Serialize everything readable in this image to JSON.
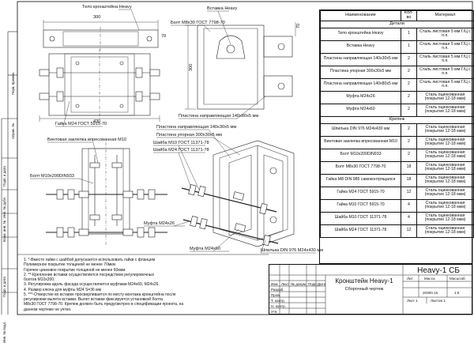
{
  "drawing": {
    "designation": "Heavy-1 СБ",
    "title": "Кронштейн Heavy-1",
    "subtitle": "Сборочный чертеж",
    "lit_label": "Лит",
    "mass_label": "Масса",
    "scale_label": "Масштаб",
    "mass_value": "20300.15",
    "scale_value": "1:5",
    "sheet_label": "Лист 1",
    "sheets_label": "Листов 1",
    "stamp_cols": [
      "Изм",
      "Лист",
      "№ докум.",
      "Подп.",
      "Дата"
    ],
    "stamp_rows": [
      "Разраб.",
      "Пров.",
      "Т. контр.",
      "Н. контр.",
      "Утв."
    ]
  },
  "views": {
    "top_width": "300",
    "top_height": "70",
    "front_width": "430",
    "front_height": "300",
    "callout_body": "Тело кронштейна Heavy",
    "callout_insert": "Вставка Heavy",
    "callout_bolt_top": "Болт М8х30 ГОСТ 7798-70",
    "callout_nut_top": "Гайка М24 ГОСТ 5915-70",
    "callout_plate_side": "Пластина направляющая 140х80х5 мм",
    "callout_plate_iso1": "Пластина направляющая 140х30х5 мм",
    "callout_plate_iso2": "Пластина упорная 300х30х5 мм",
    "callout_washer_m10": "Шайба М10 ГОСТ 11371-78",
    "callout_washer_m24": "Шайба М24 ГОСТ 11371-78",
    "callout_screw_cap": "Винтовая заклепка впресованная М10",
    "callout_bolt_din": "Болт М10х200DIN933",
    "callout_coupling_26": "Муфта М24х26",
    "callout_coupling_60": "Муфта М24х60",
    "callout_stud": "Шпилька DIN 976 М24х430 мм"
  },
  "spec": {
    "col_name": "Наименование",
    "col_qty": "Кол-во",
    "col_mat": "Материал",
    "section_parts": "Детали",
    "section_fasteners": "Крепеж",
    "parts": [
      {
        "name": "Тело кронштейна Heavy",
        "qty": "1",
        "mat": "Сталь листовая 5 мм Г/Ц с п.п."
      },
      {
        "name": "Вставка Heavy",
        "qty": "1",
        "mat": "Сталь листовая 5 мм Г/Ц с п.п."
      },
      {
        "name": "Пластина направляющая 140х30х5 мм",
        "qty": "2",
        "mat": "Сталь листовая 5 мм Г/Ц с п.п."
      },
      {
        "name": "Пластина упорная 300х30х5 мм",
        "qty": "2",
        "mat": "Сталь листовая 5 мм Г/Ц с п.п."
      },
      {
        "name": "Пластина направляющая 140х80х5 мм",
        "qty": "2",
        "mat": "Сталь листовая 5 мм Г/Ц с п.п."
      },
      {
        "name": "Муфта М24х26",
        "qty": "2",
        "mat": "Сталь оцинкованная (покрытие 12-18 мкм)"
      },
      {
        "name": "Муфта М24х60",
        "qty": "2",
        "mat": "Сталь оцинкованная (покрытие 12-18 мкм)"
      }
    ],
    "fasteners": [
      {
        "name": "Шпилька DIN 976 М24х430 мм",
        "qty": "2",
        "mat": "Сталь оцинкованная (покрытие 12-18 мкм)"
      },
      {
        "name": "Винтовая заклепка впресованная М10",
        "qty": "2",
        "mat": "Сталь оцинкованная (покрытие 12-18 мкм)"
      },
      {
        "name": "Болт М10х200DIN933",
        "qty": "2",
        "mat": "Сталь оцинкованная (покрытие 12-18 мкм)"
      },
      {
        "name": "Болт М8х30 ГОСТ 7798-70",
        "qty": "18",
        "mat": "Сталь оцинкованная (покрытие 12-18 мкм)"
      },
      {
        "name": "Гайка М8 DIN 985 самоконтрящаяся",
        "qty": "18",
        "mat": "Сталь оцинкованная (покрытие 12-18 мкм)"
      },
      {
        "name": "Гайка М24 ГОСТ 5915-70",
        "qty": "12",
        "mat": "Сталь оцинкованная (покрытие 12-18 мкм)"
      },
      {
        "name": "Гайка М10 ГОСТ 5915-70",
        "qty": "4",
        "mat": "Сталь оцинкованная (покрытие 12-18 мкм)"
      },
      {
        "name": "Шайба М10 ГОСТ 11371-78",
        "qty": "4",
        "mat": "Сталь оцинкованная (покрытие 12-18 мкм)"
      },
      {
        "name": "Шайба М24 ГОСТ 11371-78",
        "qty": "12",
        "mat": "Сталь оцинкованная (покрытие 12-18 мкм)"
      }
    ]
  },
  "notes": [
    "1. *-Вместо гайки с шайбой допускается использовать гайки с фланцем",
    "Полимерное покрытие толщиной не менее 70мкм",
    "Горячее цинковое покрытие толщиной не менее 60мкм",
    "2. **-Крепление вставки осуществляется посредством регулировочных",
    "болтов М10х200.",
    "3. Регулировка вдоль фасада осуществляется муфтами М24х60, М24х26.",
    "4. Размер ключа для муфты М24 S=36 мм",
    "5. ***-Отверстие во вставке просверливается по месту монтажа кронштейна после",
    "регулировки вылета вставки. Вылет вставки фиксируется установкой болта",
    "М8х30 ГОСТ 7798-70. Крепеж должен быть предусмотрен в спецификации проекта, на",
    "данном чертеже не учтен."
  ],
  "margin": {
    "labels": [
      "Перв. примен.",
      "Справ. №",
      "Подп. и дата",
      "Инв. № дубл.",
      "Взам. инв. №",
      "Подп. и дата",
      "Инв. № подл."
    ]
  }
}
